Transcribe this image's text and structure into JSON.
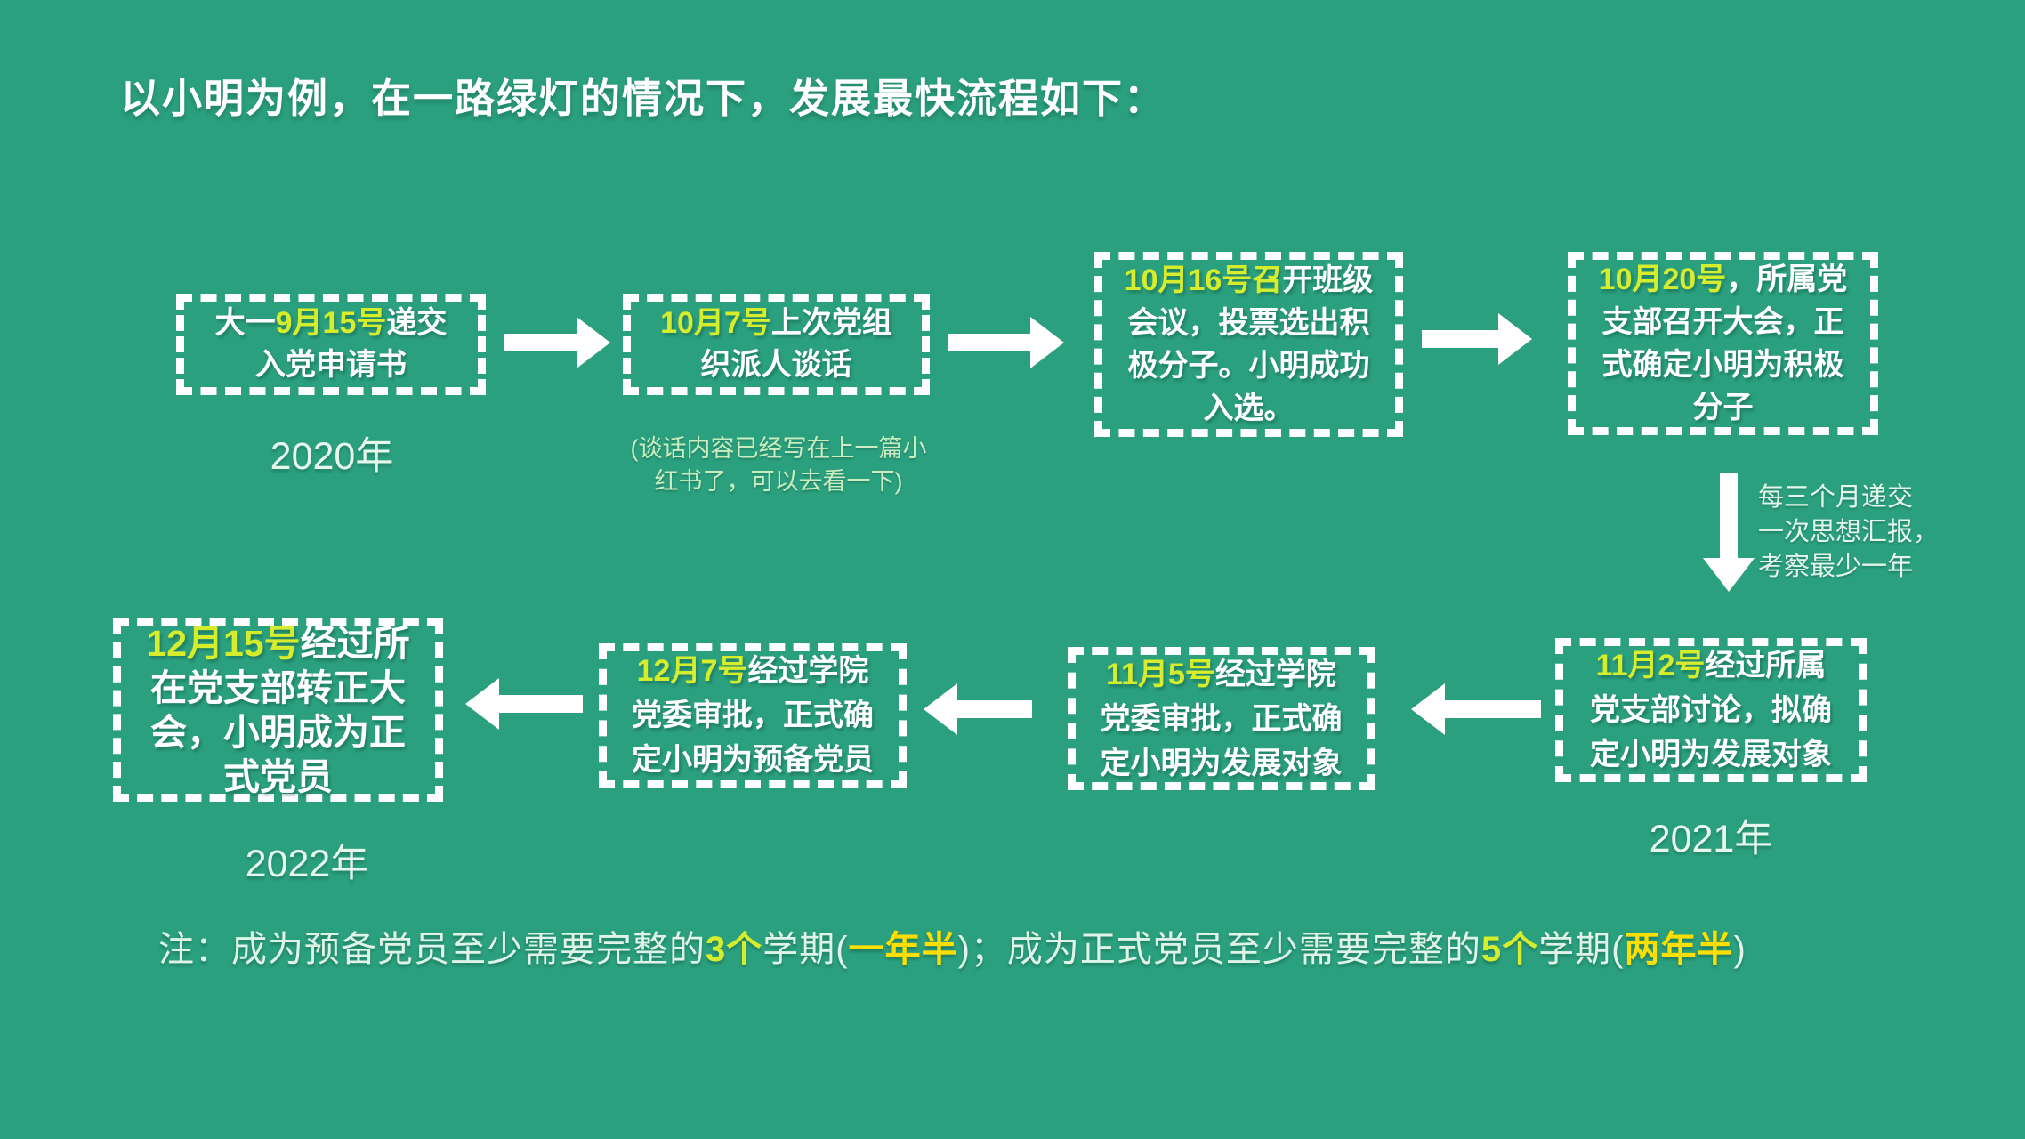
{
  "title": "以小明为例，在一路绿灯的情况下，发展最快流程如下：",
  "colors": {
    "background": "#2ba07e",
    "box_border": "#ffffff",
    "box_text": "#ffffff",
    "date_highlight": "#d6ed2e",
    "duration_highlight": "#ffdf00",
    "secondary_text": "#e6f7ee",
    "talk_note_text": "#c9ecc0"
  },
  "boxes": [
    {
      "pre": "大一",
      "date": "9月15号",
      "post": "递交入党申请书"
    },
    {
      "pre": "",
      "date": "10月7号",
      "post": "上次党组织派人谈话"
    },
    {
      "pre": "",
      "date": "10月16号召",
      "post": "开班级会议，投票选出积极分子。小明成功入选。"
    },
    {
      "pre": "",
      "date": "10月20号",
      "post": "，所属党支部召开大会，正式确定小明为积极分子"
    },
    {
      "pre": "",
      "date": "11月2号",
      "post": "经过所属党支部讨论，拟确定小明为发展对象"
    },
    {
      "pre": "",
      "date": "11月5号",
      "post": "经过学院党委审批，正式确定小明为发展对象"
    },
    {
      "pre": "",
      "date": "12月7号",
      "post": "经过学院党委审批，正式确定小明为预备党员"
    },
    {
      "pre": "",
      "date": "12月15号",
      "post": "经过所在党支部转正大会，小明成为正式党员"
    }
  ],
  "years": {
    "start": "2020年",
    "middle": "2021年",
    "end": "2022年"
  },
  "talk_note_lines": [
    "(谈话内容已经写在上一篇小",
    "红书了，可以去看一下)"
  ],
  "inspection_note_lines": [
    "每三个月递交",
    "一次思想汇报，",
    "考察最少一年"
  ],
  "footnote": {
    "prefix": "注：成为预备党员至少需要完整的",
    "hl_semesters_1": "3个",
    "mid_1": "学期(",
    "hl_duration_1": "一年半",
    "mid_2": ")；成为正式党员至少需要完整的",
    "hl_semesters_2": "5个",
    "mid_3": "学期(",
    "hl_duration_2": "两年半",
    "suffix": ")"
  }
}
